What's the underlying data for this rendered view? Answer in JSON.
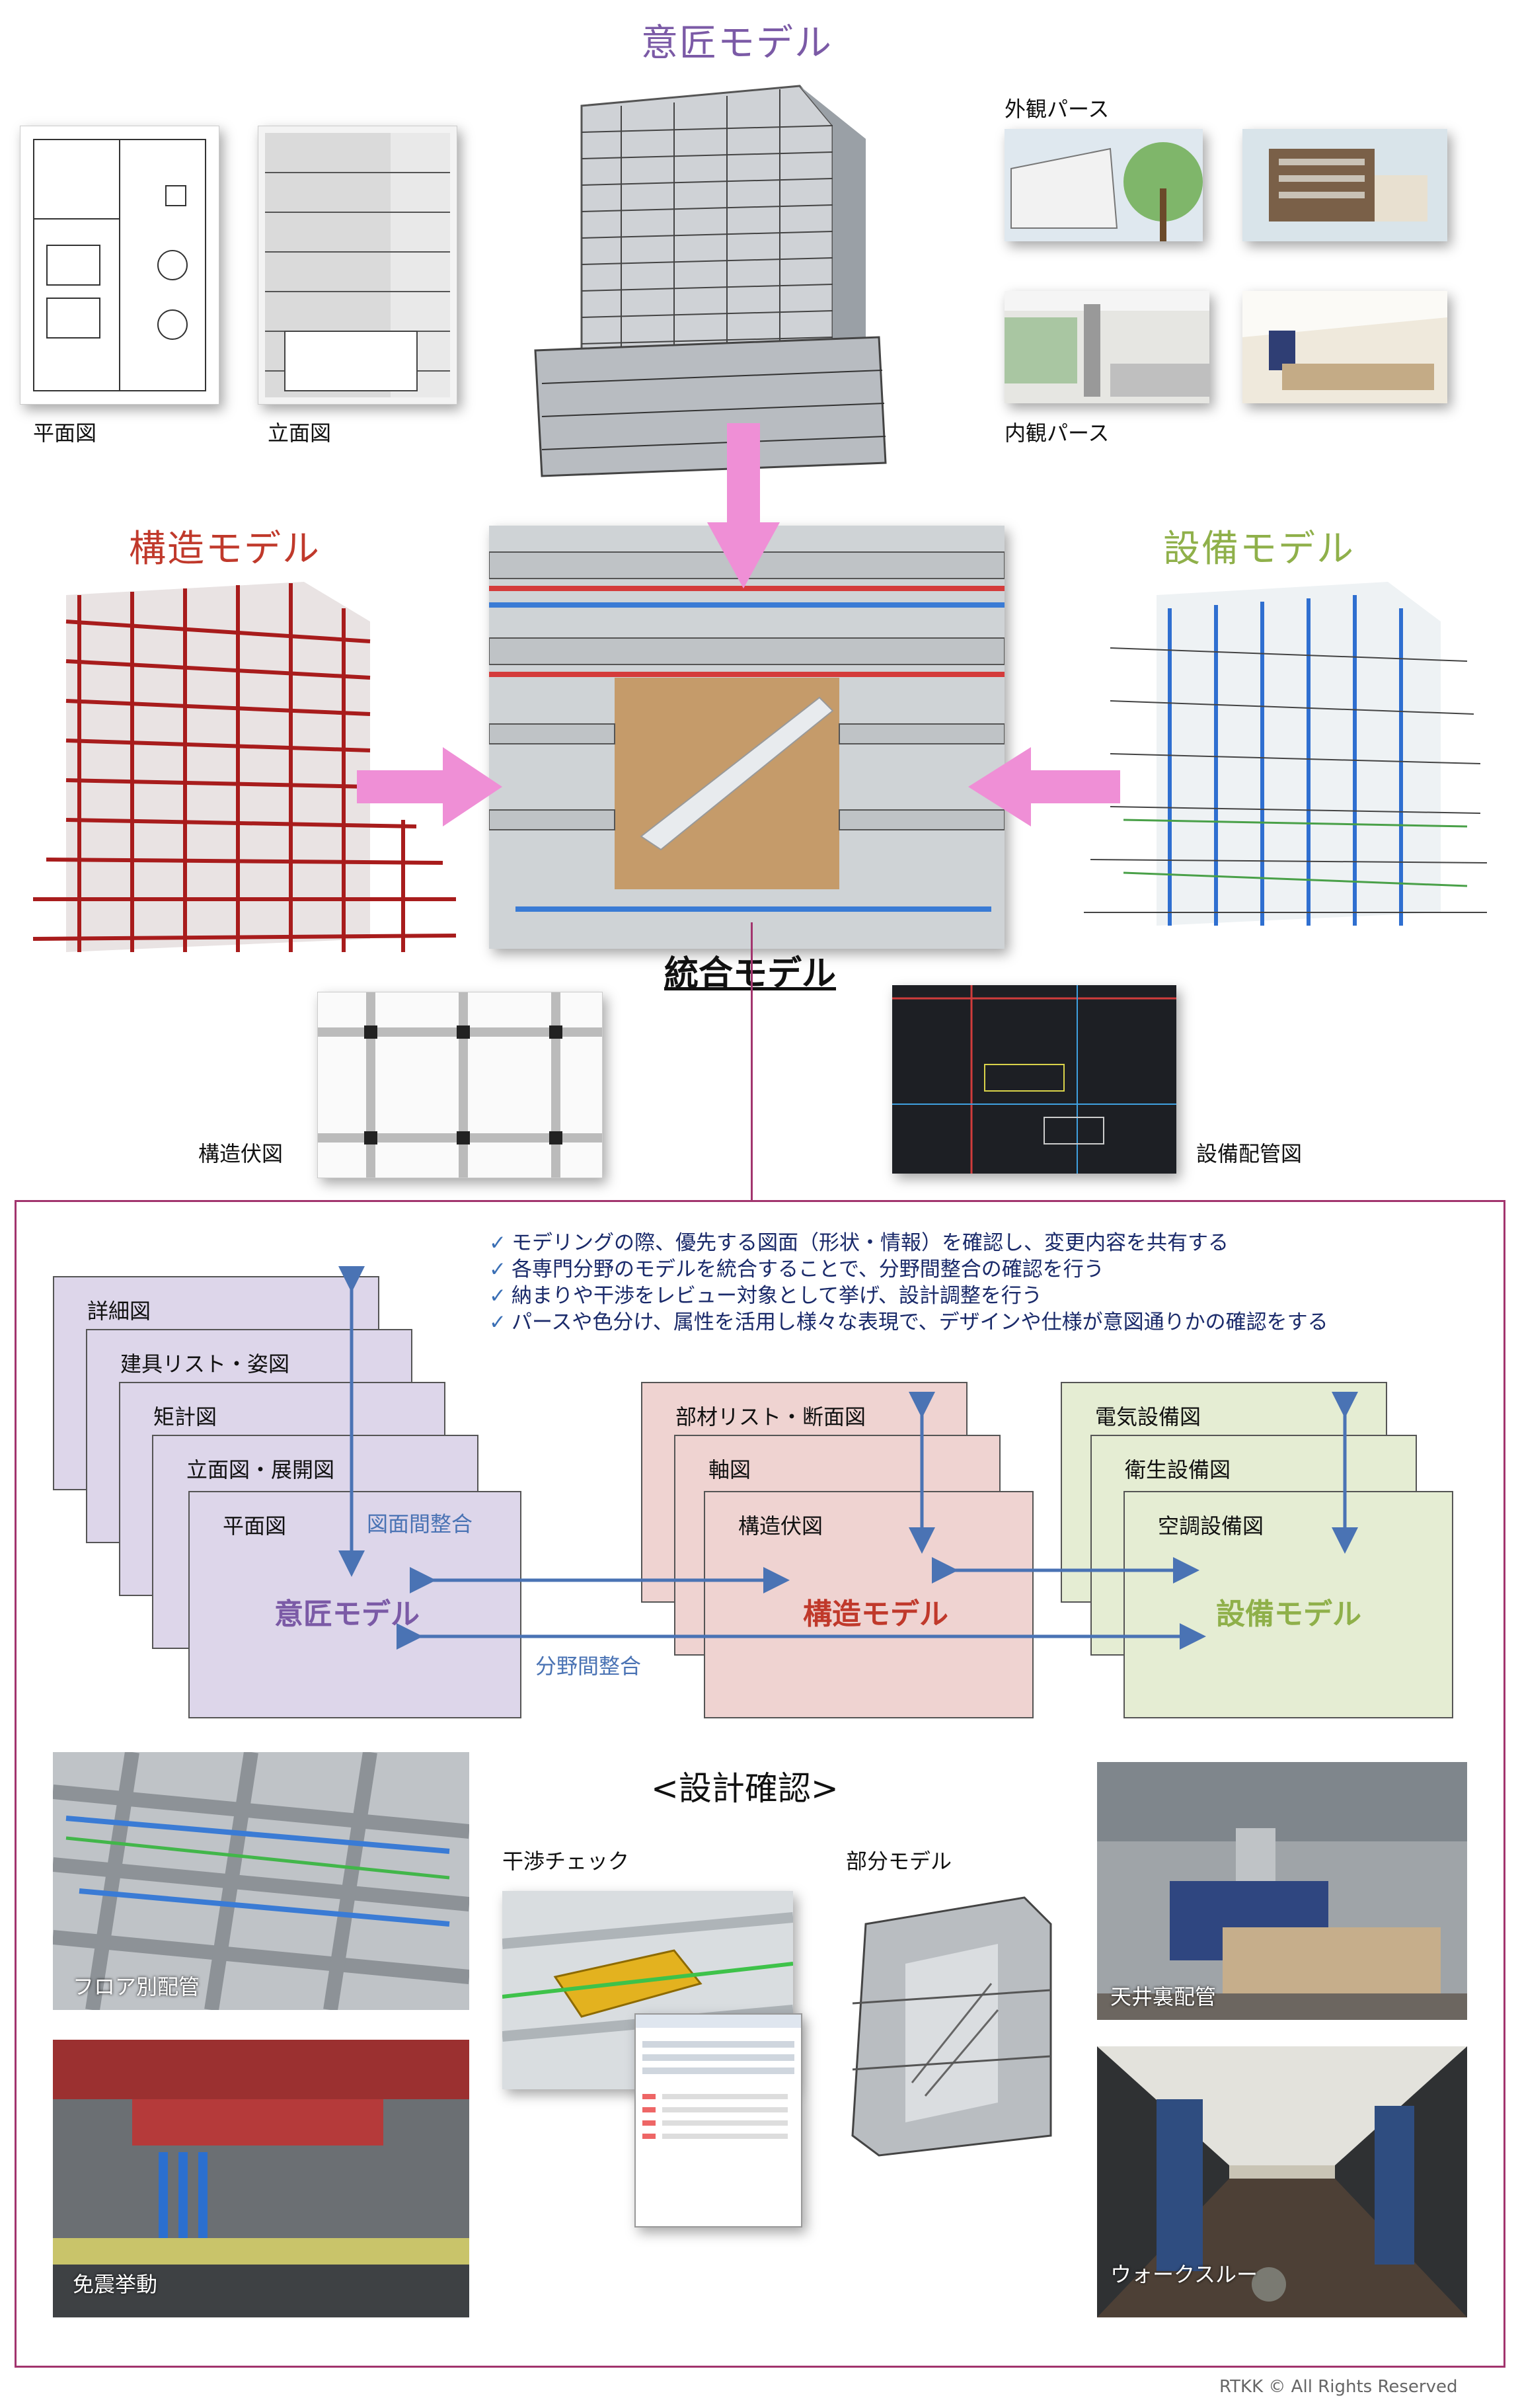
{
  "top": {
    "design_model_title": "意匠モデル",
    "structure_model_title": "構造モデル",
    "equipment_model_title": "設備モデル",
    "integrated_model_title": "統合モデル",
    "plan_label": "平面図",
    "elevation_label": "立面図",
    "exterior_label": "外観パース",
    "interior_label": "内観パース",
    "structure_plan_label": "構造伏図",
    "piping_label": "設備配管図"
  },
  "bullets": [
    "モデリングの際、優先する図面（形状・情報）を確認し、変更内容を共有する",
    "各専門分野のモデルを統合することで、分野間整合の確認を行う",
    "納まりや干渉をレビュー対象として挙げ、設計調整を行う",
    "パースや色分け、属性を活用し様々な表現で、デザインや仕様が意図通りかの確認をする"
  ],
  "design_stack": [
    "詳細図",
    "建具リスト・姿図",
    "矩計図",
    "立面図・展開図",
    "平面図"
  ],
  "structure_stack": [
    "部材リスト・断面図",
    "軸図",
    "構造伏図"
  ],
  "equipment_stack": [
    "電気設備図",
    "衛生設備図",
    "空調設備図"
  ],
  "diagram": {
    "drawing_consistency": "図面間整合",
    "field_consistency": "分野間整合",
    "design_model": "意匠モデル",
    "structure_model": "構造モデル",
    "equipment_model": "設備モデル",
    "colors": {
      "design": "#7b5aa6",
      "structure": "#c0392b",
      "equipment": "#8fb04a",
      "arrow": "#4a73b4",
      "pink": "#ef8fd6"
    }
  },
  "check": {
    "title": "<設計確認>",
    "floor_piping": "フロア別配管",
    "interference": "干渉チェック",
    "partial_model": "部分モデル",
    "ceiling_piping": "天井裏配管",
    "seismic": "免震挙動",
    "walkthrough": "ウォークスルー"
  },
  "footer": "RTKK © All Rights Reserved"
}
